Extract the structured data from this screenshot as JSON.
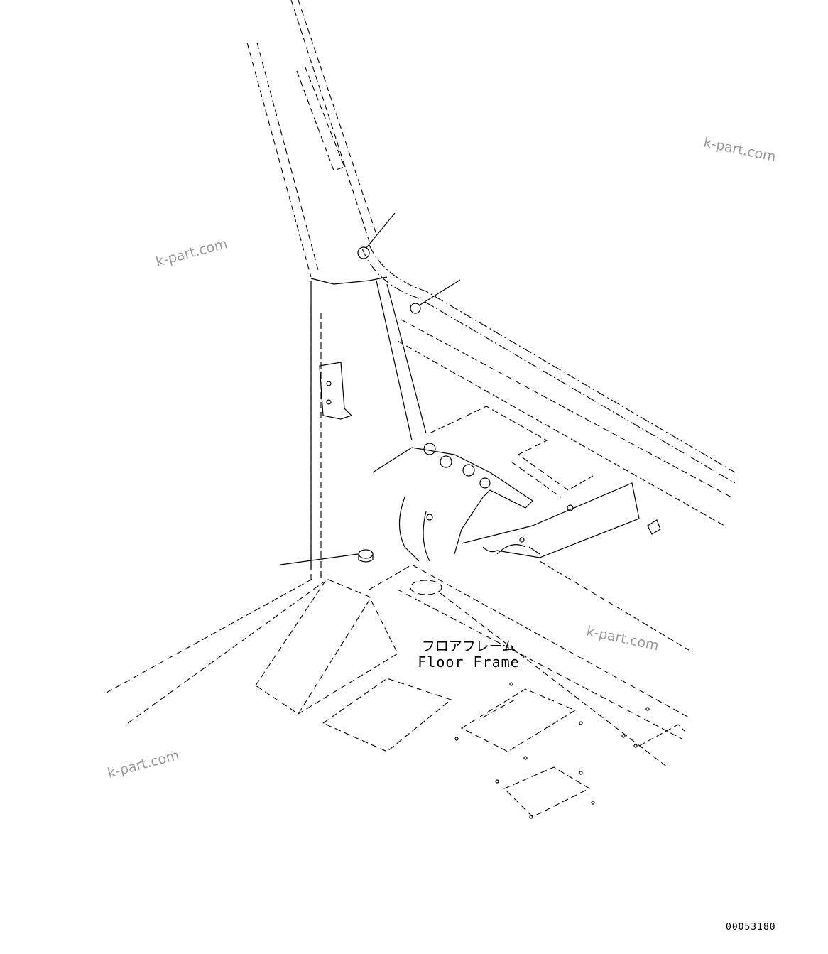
{
  "labels": {
    "floor_frame_jp": "フロアフレーム",
    "floor_frame_en": "Floor Frame"
  },
  "watermarks": [
    "k-part.com",
    "k-part.com",
    "k-part.com",
    "k-part.com"
  ],
  "drawing_number": "00053180"
}
